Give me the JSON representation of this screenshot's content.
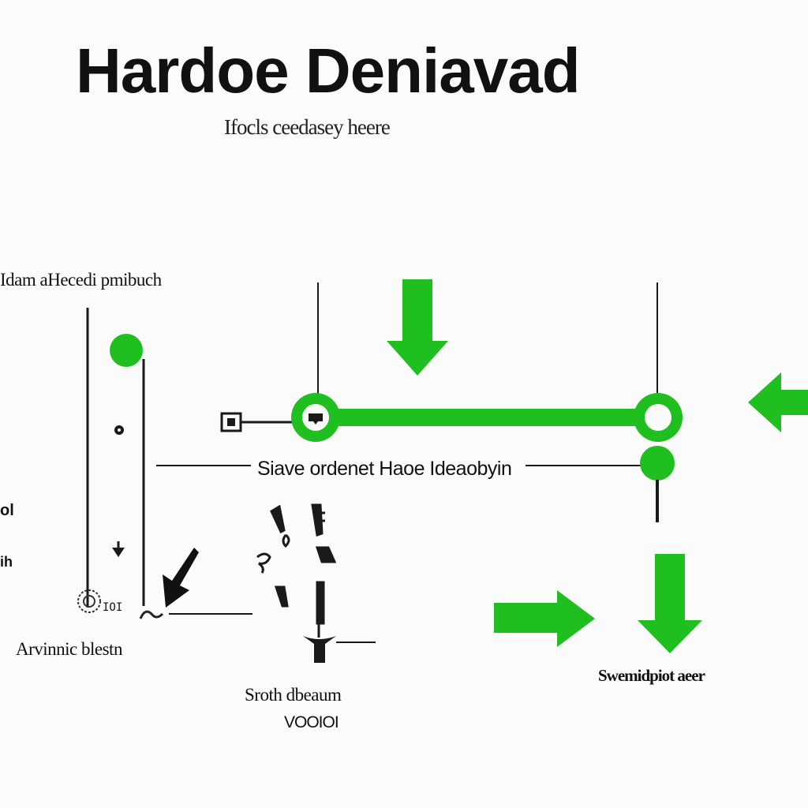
{
  "title": "Hardoe Deniavad",
  "subtitle": "Ifocls ceedasey heere",
  "labels": {
    "left_top": "Idam aHecedi pmibuch",
    "center": "Siave ordenet Haoe Ideaobyin",
    "bottom_left": "Arvinnic blestn",
    "bottom_center": "Sroth dbeaum",
    "bottom_center_sub": "VOOIOI",
    "bottom_right": "Swemidpiot aeer",
    "margin_glyph_1": "ol",
    "margin_glyph_2": "ih",
    "small_left": "IOI"
  },
  "colors": {
    "accent": "#1fbf1f",
    "line": "#1a1a1a",
    "background": "#fbfbfb"
  },
  "icons": [
    "down-arrow-icon",
    "left-arrow-icon",
    "right-arrow-icon",
    "pointer-arrow-icon",
    "gear-glyph-icon",
    "small-square-icon"
  ]
}
